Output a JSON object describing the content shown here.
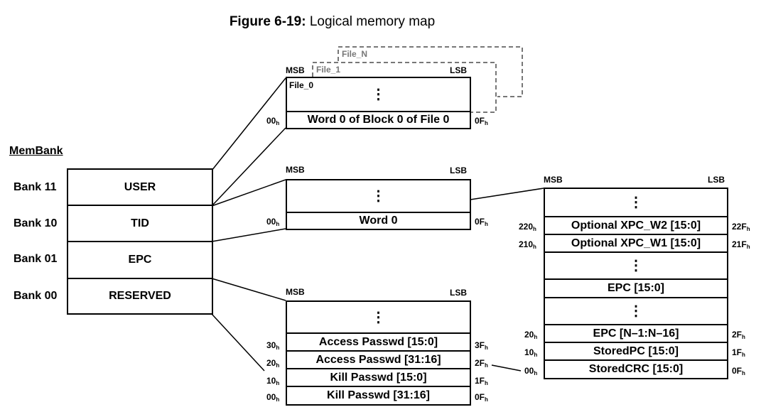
{
  "title": {
    "prefix": "Figure 6-19:",
    "text": "Logical memory map"
  },
  "membank": {
    "heading": "MemBank",
    "banks": [
      {
        "bank": "Bank 11",
        "name": "USER"
      },
      {
        "bank": "Bank 10",
        "name": "TID"
      },
      {
        "bank": "Bank 01",
        "name": "EPC"
      },
      {
        "bank": "Bank 00",
        "name": "RESERVED"
      }
    ]
  },
  "user_block": {
    "msb": "MSB",
    "lsb": "LSB",
    "files": [
      "File_N",
      "File_1",
      "File_0"
    ],
    "dots": "⋮",
    "word": "Word 0 of Block 0 of File 0",
    "left_addr": "00",
    "right_addr": "0F",
    "suffix": "h"
  },
  "tid_block": {
    "msb": "MSB",
    "lsb": "LSB",
    "dots": "⋮",
    "word": "Word 0",
    "left_addr": "00",
    "right_addr": "0F",
    "suffix": "h"
  },
  "reserved_block": {
    "msb": "MSB",
    "lsb": "LSB",
    "dots": "⋮",
    "rows": [
      {
        "text": "Access Passwd [15:0]",
        "left": "30",
        "right": "3F"
      },
      {
        "text": "Access Passwd [31:16]",
        "left": "20",
        "right": "2F"
      },
      {
        "text": "Kill Passwd [15:0]",
        "left": "10",
        "right": "1F"
      },
      {
        "text": "Kill Passwd [31:16]",
        "left": "00",
        "right": "0F"
      }
    ],
    "suffix": "h"
  },
  "epc_block": {
    "msb": "MSB",
    "lsb": "LSB",
    "dots": "⋮",
    "rows": [
      {
        "text": "Optional XPC_W2 [15:0]",
        "left": "220",
        "right": "22F"
      },
      {
        "text": "Optional XPC_W1 [15:0]",
        "left": "210",
        "right": "21F"
      },
      {
        "text": "EPC [15:0]"
      },
      {
        "text": "EPC [N–1:N–16]",
        "left": "20",
        "right": "2F"
      },
      {
        "text": "StoredPC [15:0]",
        "left": "10",
        "right": "1F"
      },
      {
        "text": "StoredCRC [15:0]",
        "left": "00",
        "right": "0F"
      }
    ],
    "suffix": "h"
  }
}
